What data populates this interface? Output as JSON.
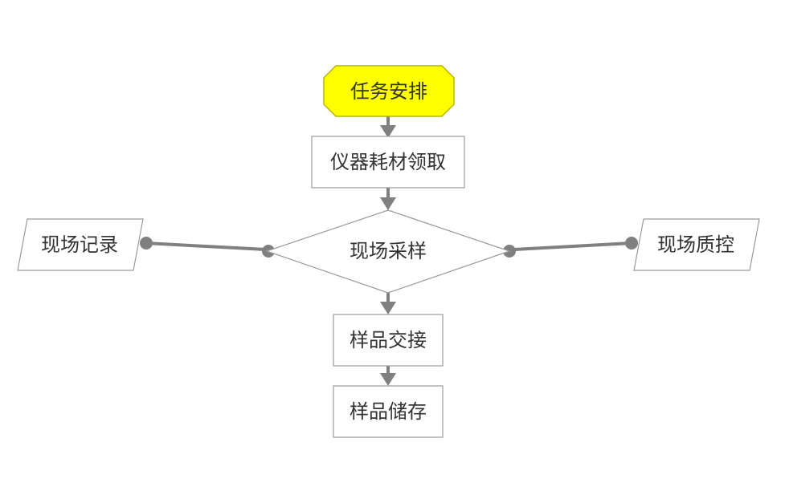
{
  "colors": {
    "start_fill": "#ffff00",
    "start_stroke": "#b5b500",
    "box_stroke": "#9a9a9a",
    "connector": "#808080",
    "text": "#333333",
    "background": "#ffffff"
  },
  "nodes": {
    "task_arrangement": "任务安排",
    "equipment_pickup": "仪器耗材领取",
    "field_sampling": "现场采样",
    "field_record": "现场记录",
    "field_qc": "现场质控",
    "sample_handover": "样品交接",
    "sample_storage": "样品储存"
  }
}
